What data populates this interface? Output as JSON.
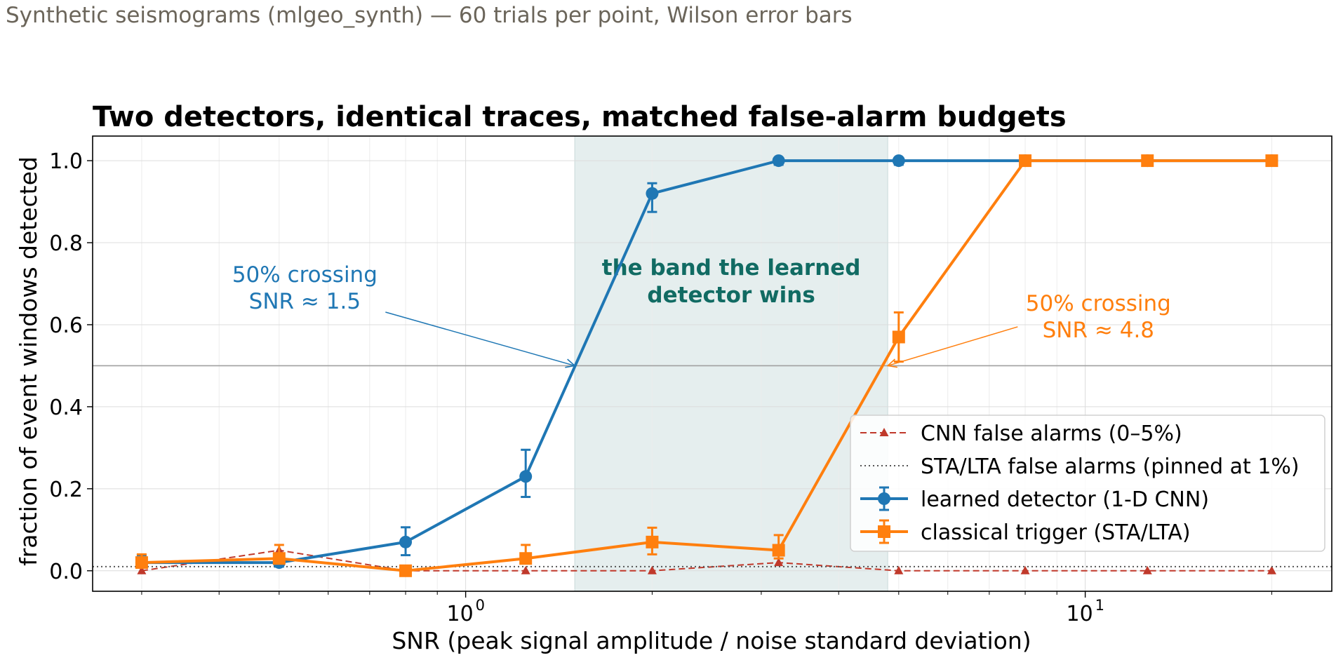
{
  "chart_data": {
    "type": "line",
    "figure_title": "Synthetic seismograms (mlgeo_synth) — 60 trials per point, Wilson error bars",
    "title": "Two detectors, identical traces, matched false-alarm budgets",
    "xlabel": "SNR (peak signal amplitude / noise standard deviation)",
    "ylabel": "fraction of event windows detected",
    "xscale": "log",
    "xlim": [
      0.25,
      25
    ],
    "ylim": [
      -0.05,
      1.06
    ],
    "x_ticks": [
      {
        "value": 1,
        "base": "10",
        "exp": "0"
      },
      {
        "value": 10,
        "base": "10",
        "exp": "1"
      }
    ],
    "y_ticks": [
      0.0,
      0.2,
      0.4,
      0.6,
      0.8,
      1.0
    ],
    "grid": true,
    "legend_position": "lower-right",
    "reference_line_y": 0.5,
    "shaded_band": {
      "x": [
        1.5,
        4.8
      ],
      "label": "the band the learned detector wins",
      "label_lines": [
        "the band the learned",
        "detector wins"
      ],
      "color": "#e5eeee",
      "label_color": "#116b63"
    },
    "annotations": [
      {
        "lines": [
          "50% crossing",
          "SNR ≈ 1.5"
        ],
        "target": [
          1.5,
          0.5
        ],
        "text_pos": [
          0.55,
          0.67
        ],
        "color": "#1f77b4"
      },
      {
        "lines": [
          "50% crossing",
          "SNR ≈ 4.8"
        ],
        "target": [
          4.8,
          0.5
        ],
        "text_pos": [
          10.5,
          0.6
        ],
        "color": "#ff7f0e"
      }
    ],
    "series": [
      {
        "name": "CNN false alarms (0–5%)",
        "style": "dashed-triangle",
        "color": "#c0392b",
        "x": [
          0.3,
          0.5,
          0.8,
          1.25,
          2.0,
          3.2,
          5.0,
          8.0,
          12.6,
          20.0
        ],
        "y": [
          0.0,
          0.05,
          0.0,
          0.0,
          0.0,
          0.02,
          0.0,
          0.0,
          0.0,
          0.0
        ]
      },
      {
        "name": "STA/LTA false alarms (pinned at 1%)",
        "style": "dotted",
        "color": "#555555",
        "x": [
          0.25,
          25
        ],
        "y": [
          0.01,
          0.01
        ]
      },
      {
        "name": "learned detector (1-D CNN)",
        "style": "solid-circle",
        "color": "#1f77b4",
        "x": [
          0.3,
          0.5,
          0.8,
          1.25,
          2.0,
          3.2,
          5.0,
          8.0,
          12.6,
          20.0
        ],
        "y": [
          0.02,
          0.02,
          0.07,
          0.23,
          0.92,
          1.0,
          1.0,
          1.0,
          1.0,
          1.0
        ],
        "err_low": [
          0.008,
          0.01,
          0.032,
          0.05,
          0.045,
          0.01,
          0.01,
          0.01,
          0.01,
          0.01
        ],
        "err_high": [
          0.018,
          0.018,
          0.036,
          0.065,
          0.025,
          0.0,
          0.0,
          0.0,
          0.0,
          0.0
        ]
      },
      {
        "name": "classical trigger (STA/LTA)",
        "style": "solid-square",
        "color": "#ff7f0e",
        "x": [
          0.3,
          0.5,
          0.8,
          1.25,
          2.0,
          3.2,
          5.0,
          8.0,
          12.6,
          20.0
        ],
        "y": [
          0.02,
          0.03,
          0.0,
          0.03,
          0.07,
          0.05,
          0.57,
          1.0,
          1.0,
          1.0
        ],
        "err_low": [
          0.01,
          0.012,
          0.0,
          0.012,
          0.03,
          0.02,
          0.06,
          0.0,
          0.0,
          0.0
        ],
        "err_high": [
          0.02,
          0.033,
          0.01,
          0.033,
          0.035,
          0.037,
          0.06,
          0.0,
          0.0,
          0.0
        ]
      }
    ]
  }
}
